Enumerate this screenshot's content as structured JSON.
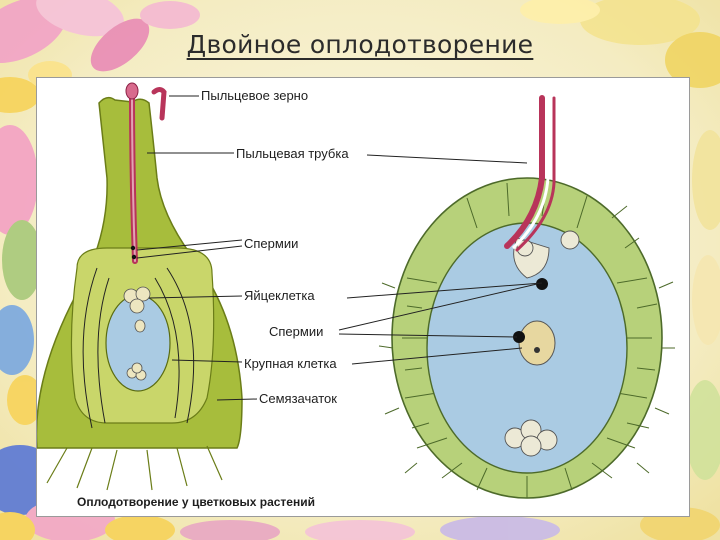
{
  "slide": {
    "title": "Двойное оплодотворение"
  },
  "figure": {
    "labels": {
      "pollen_grain": "Пыльцевое зерно",
      "pollen_tube": "Пыльцевая трубка",
      "sperm_left": "Спермии",
      "egg_cell": "Яйцеклетка",
      "sperm_right": "Спермии",
      "central_cell": "Крупная клетка",
      "ovule": "Семязачаток"
    },
    "caption": "Оплодотворение у цветковых растений"
  },
  "colors": {
    "pistil_green": "#a7bd3c",
    "ovule_green": "#c9d66a",
    "sac_blue": "#aacbe3",
    "tube_red": "#b8345a",
    "cell_wall_green": "#b7d17a",
    "cell_outline": "#4d6a2a"
  }
}
